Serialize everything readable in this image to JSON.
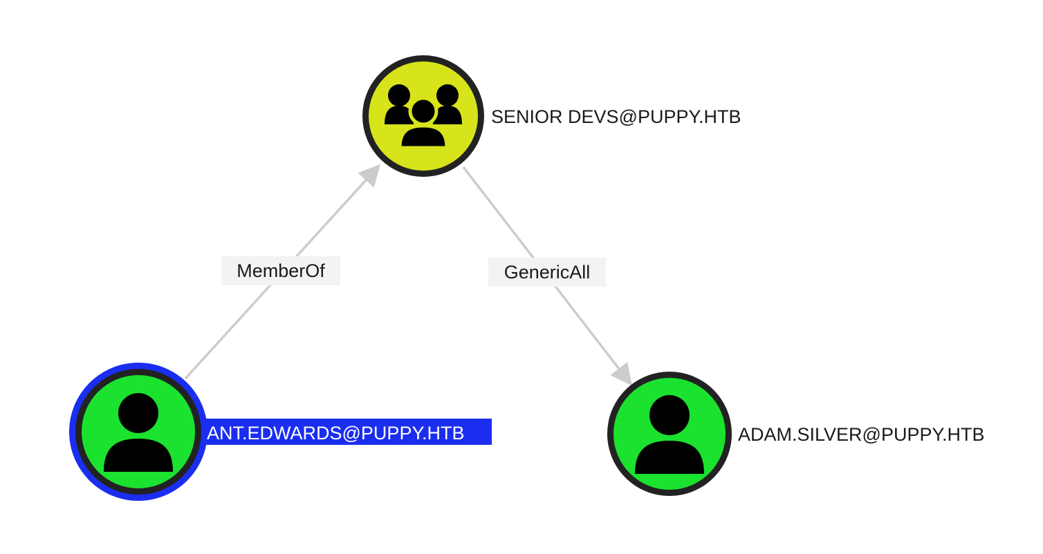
{
  "graph": {
    "nodes": [
      {
        "id": "group",
        "kind": "group",
        "label": "SENIOR DEVS@PUPPY.HTB",
        "fill": "#d7e41b",
        "ring": "#222222",
        "selected": false,
        "icon": "users-group-icon"
      },
      {
        "id": "ant",
        "kind": "user",
        "label": "ANT.EDWARDS@PUPPY.HTB",
        "fill": "#1be22f",
        "ring": "#222222",
        "selected": true,
        "icon": "user-icon"
      },
      {
        "id": "adam",
        "kind": "user",
        "label": "ADAM.SILVER@PUPPY.HTB",
        "fill": "#1be22f",
        "ring": "#222222",
        "selected": false,
        "icon": "user-icon"
      }
    ],
    "edges": [
      {
        "id": "memberof",
        "from": "ant",
        "to": "group",
        "label": "MemberOf"
      },
      {
        "id": "genericall",
        "from": "group",
        "to": "adam",
        "label": "GenericAll"
      }
    ],
    "colors": {
      "edge": "#cccccc",
      "edge_label_bg": "#f3f3f3",
      "selection": "#1b2ef0",
      "icon": "#000000"
    }
  }
}
